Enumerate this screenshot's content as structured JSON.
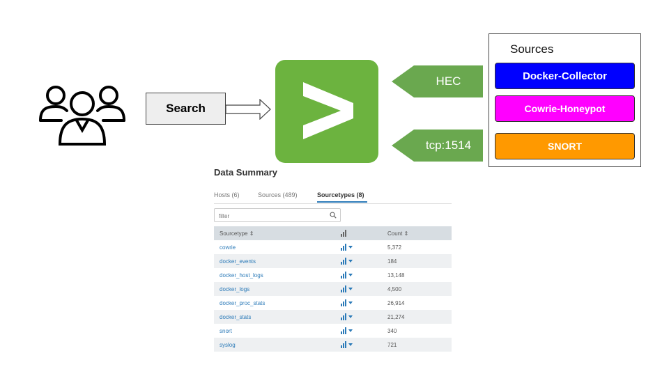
{
  "users": {
    "icon": "users-group-icon"
  },
  "search": {
    "label": "Search"
  },
  "splunk": {
    "icon": "splunk-chevron-icon",
    "color": "#6cb33f"
  },
  "inputs": [
    {
      "label": "HEC",
      "color": "#6aa84f"
    },
    {
      "label": "tcp:1514",
      "color": "#6aa84f"
    }
  ],
  "sources": {
    "title": "Sources",
    "items": [
      {
        "label": "Docker-Collector",
        "color": "#0000ff"
      },
      {
        "label": "Cowrie-Honeypot",
        "color": "#ff00ff"
      },
      {
        "label": "SNORT",
        "color": "#ff9900"
      }
    ]
  },
  "data_summary": {
    "title": "Data Summary",
    "tabs": [
      "Hosts (6)",
      "Sources (489)",
      "Sourcetypes (8)"
    ],
    "active_tab": "Sourcetypes (8)",
    "filter_placeholder": "filter",
    "columns": [
      "Sourcetype ⇕",
      "Count ⇕"
    ],
    "rows": [
      {
        "sourcetype": "cowrie",
        "count": "5,372"
      },
      {
        "sourcetype": "docker_events",
        "count": "184"
      },
      {
        "sourcetype": "docker_host_logs",
        "count": "13,148"
      },
      {
        "sourcetype": "docker_logs",
        "count": "4,500"
      },
      {
        "sourcetype": "docker_proc_stats",
        "count": "26,914"
      },
      {
        "sourcetype": "docker_stats",
        "count": "21,274"
      },
      {
        "sourcetype": "snort",
        "count": "340"
      },
      {
        "sourcetype": "syslog",
        "count": "721"
      }
    ]
  }
}
